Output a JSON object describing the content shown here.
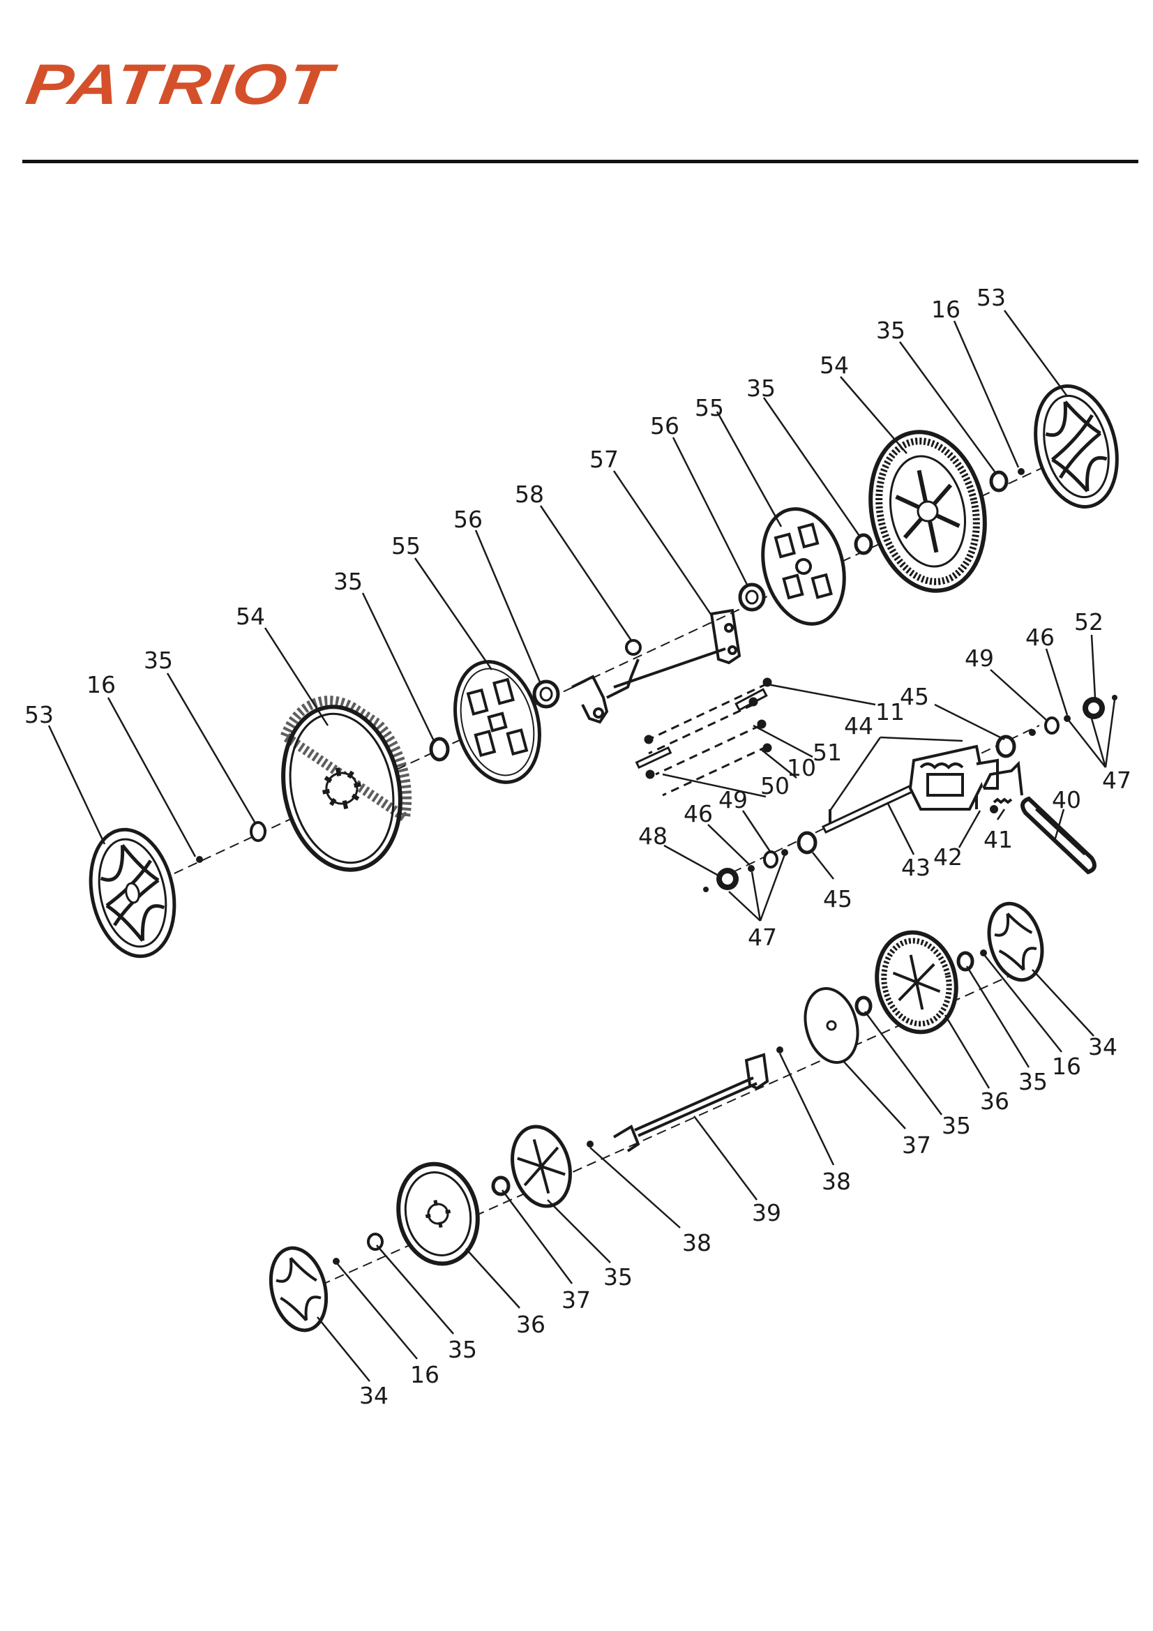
{
  "brand": {
    "name": "PATRIOT",
    "color": "#d4502a"
  },
  "colors": {
    "ink": "#1a1a1a",
    "rule": "#111111"
  },
  "callouts": [
    "53",
    "16",
    "35",
    "54",
    "35",
    "55",
    "56",
    "58",
    "57",
    "56",
    "55",
    "35",
    "54",
    "35",
    "16",
    "53",
    "52",
    "46",
    "49",
    "45",
    "11",
    "44",
    "51",
    "10",
    "50",
    "47",
    "40",
    "41",
    "42",
    "43",
    "45",
    "48",
    "46",
    "49",
    "47",
    "34",
    "16",
    "35",
    "36",
    "37",
    "35",
    "38",
    "39",
    "38",
    "37",
    "35",
    "36",
    "35",
    "16",
    "34"
  ]
}
